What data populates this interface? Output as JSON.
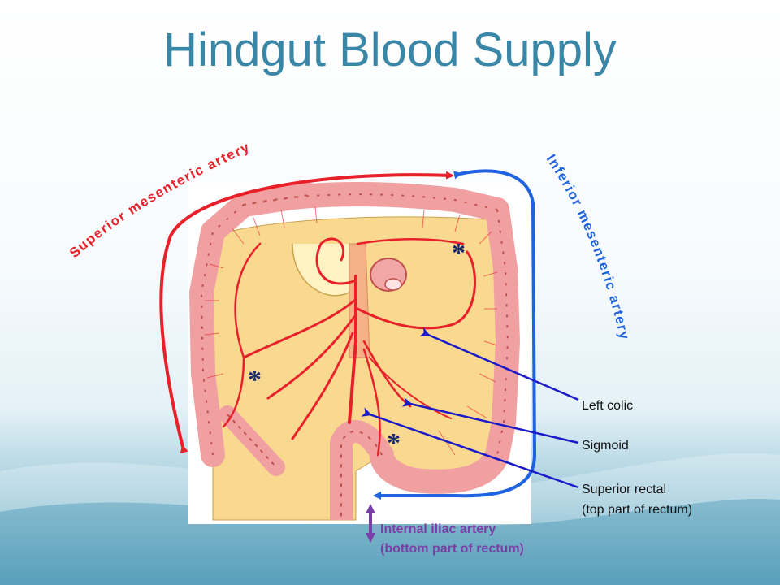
{
  "slide": {
    "title": "Hindgut Blood Supply"
  },
  "arteries": {
    "superior_mesenteric": "Superior mesenteric artery",
    "inferior_mesenteric": "Inferior mesenteric artery"
  },
  "branch_labels": {
    "left_colic": "Left colic",
    "sigmoid": "Sigmoid",
    "superior_rectal_line1": "Superior rectal",
    "superior_rectal_line2": "(top part of rectum)"
  },
  "internal_iliac": {
    "line1": "Internal iliac artery",
    "line2": "(bottom part of rectum)"
  },
  "markers": {
    "asterisk": "*"
  },
  "colors": {
    "title": "#3a86a6",
    "superior_mesenteric": "#e8202a",
    "inferior_mesenteric": "#1f63e0",
    "branch_pointer": "#1a1ac8",
    "internal_iliac": "#7a3fa6",
    "colon": "#f0a0a0",
    "mesentery": "#f9d890"
  }
}
